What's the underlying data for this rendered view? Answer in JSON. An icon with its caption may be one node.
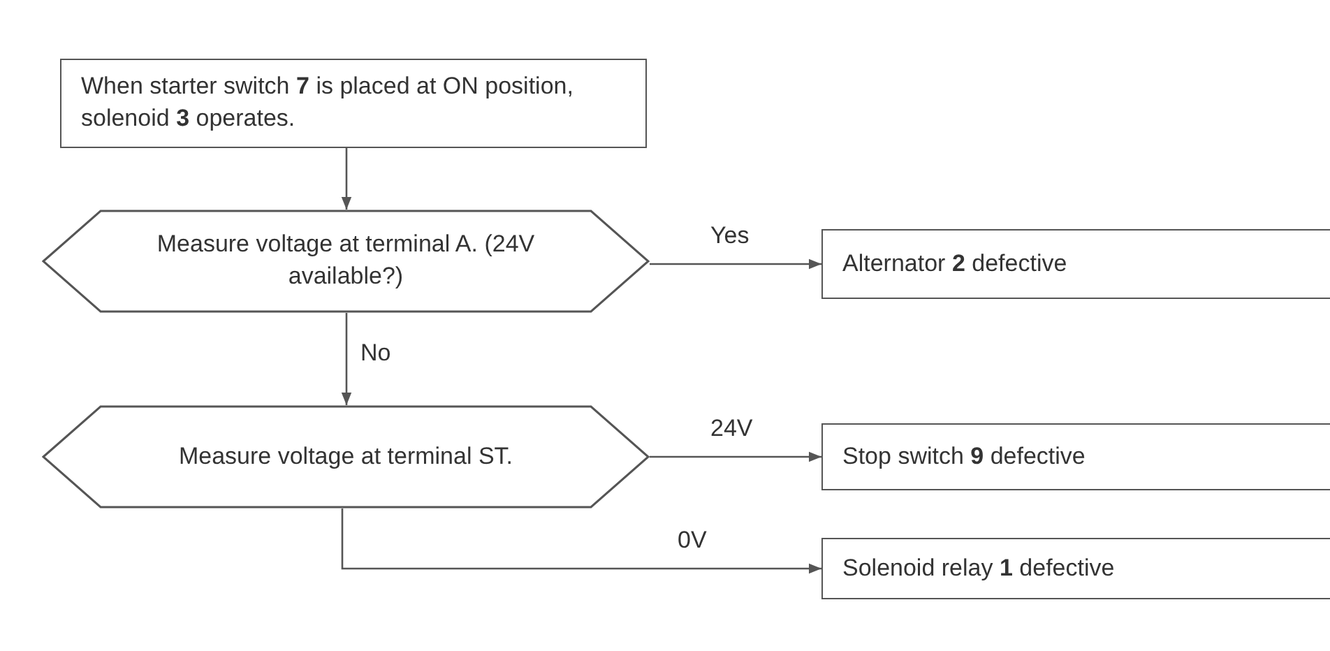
{
  "diagram": {
    "nodes": [
      {
        "text": [
          "When starter switch **7** is placed at ON position, solenoid **3** operates."
        ]
      },
      {
        "text": [
          "Measure voltage at terminal A. (24V available?)"
        ]
      },
      {
        "text": [
          "Alternator **2** defective"
        ]
      },
      {
        "text": [
          "Measure voltage at terminal ST."
        ]
      },
      {
        "text": [
          "Stop switch **9** defective"
        ]
      },
      {
        "text": [
          "Solenoid relay **1** defective"
        ]
      }
    ],
    "edges": [
      {
        "from": 0,
        "to": 1,
        "arrow": "to"
      },
      {
        "from": 1,
        "to": 2,
        "arrow": "to",
        "label": "Yes"
      },
      {
        "from": 1,
        "to": 3,
        "arrow": "to",
        "label": "No"
      },
      {
        "from": 3,
        "to": 4,
        "arrow": "to",
        "label": "24V"
      },
      {
        "from": 3,
        "to": 5,
        "arrow": "to",
        "label": "0V"
      }
    ]
  }
}
